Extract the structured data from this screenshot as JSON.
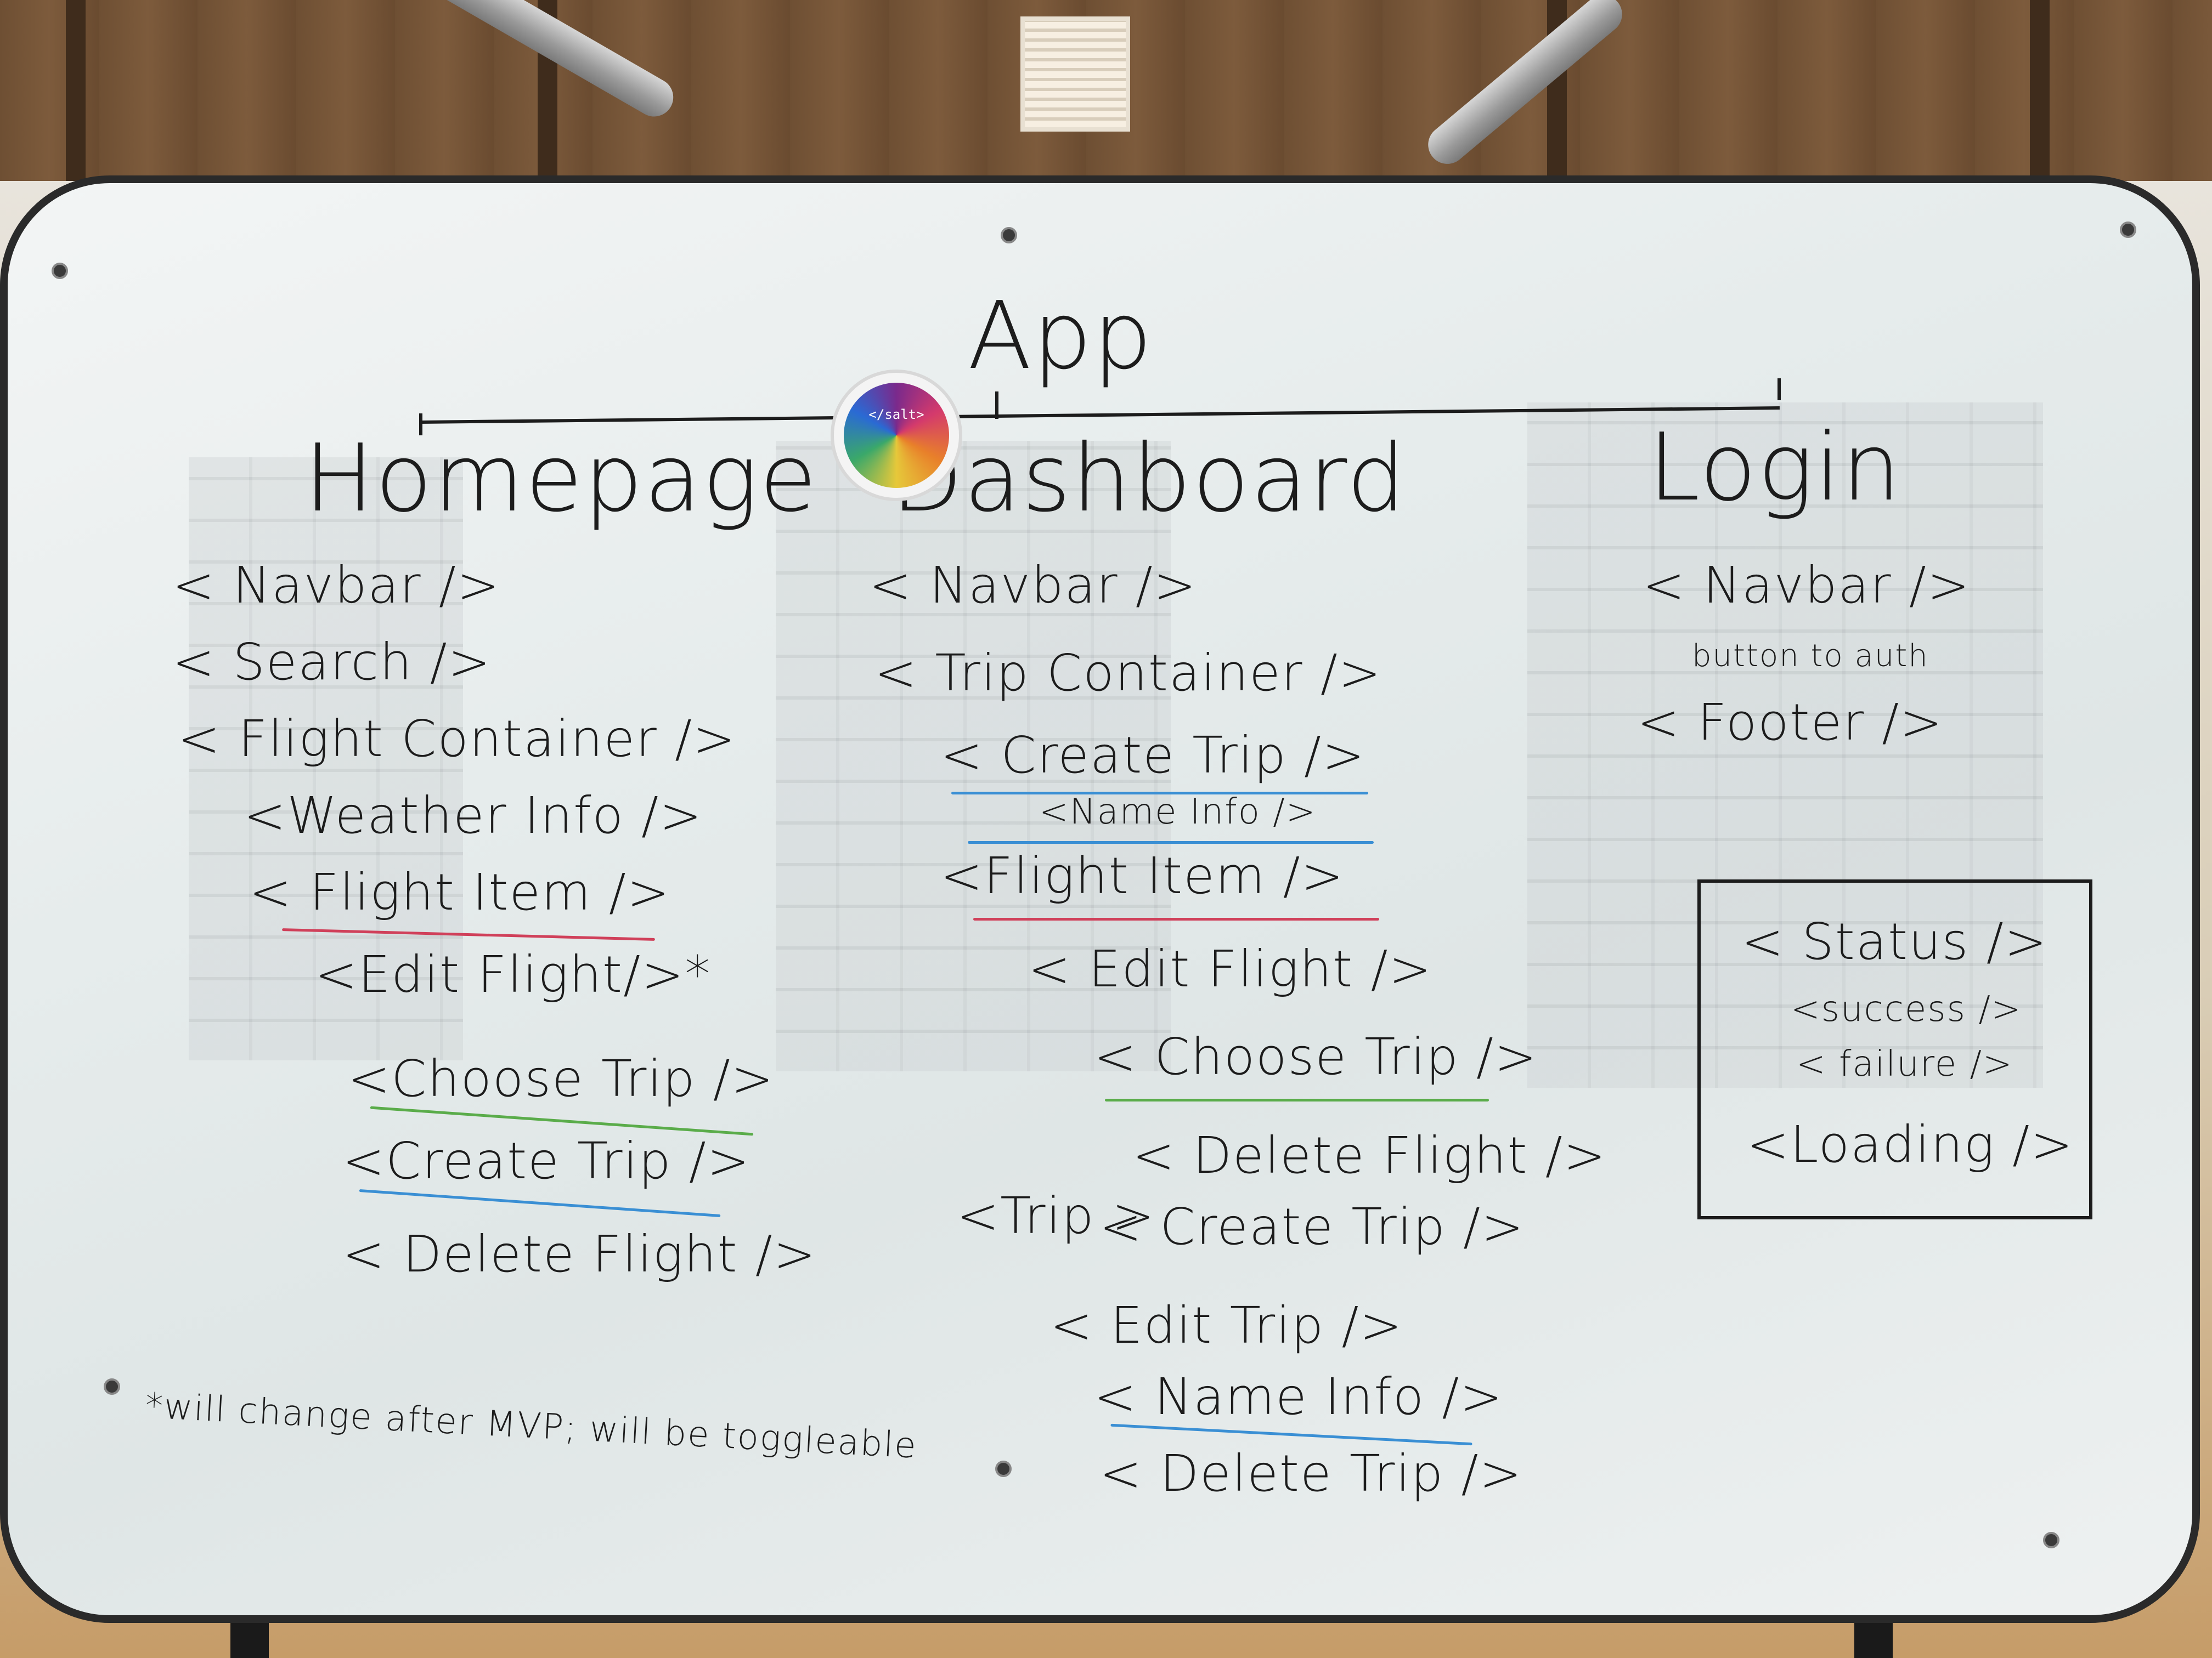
{
  "whiteboard": {
    "logo_text": "</salt>",
    "title": "App",
    "columns": [
      {
        "heading": "Homepage",
        "items": [
          "< Navbar />",
          "< Search />",
          "< Flight Container />",
          "<Weather Info />",
          "< Flight Item />",
          "<Edit Flight/>*",
          "<Choose Trip />",
          "<Create Trip />",
          "< Delete Flight />"
        ]
      },
      {
        "heading": "Dashboard",
        "items": [
          "< Navbar />",
          "< Trip Container />",
          "< Create Trip />",
          "<Name Info />",
          "<Flight Item />",
          "< Edit Flight />",
          "< Choose Trip />",
          "< Delete Flight />",
          "< Create Trip />",
          "<Trip >",
          "< Edit Trip />",
          "< Name Info />",
          "< Delete Trip />"
        ]
      },
      {
        "heading": "Login",
        "items": [
          "< Navbar />",
          "button to auth",
          "< Footer />"
        ]
      }
    ],
    "status_box": [
      "< Status />",
      "<success />",
      "< failure />",
      "<Loading />"
    ],
    "footnote": "*will change after MVP; will be toggleable"
  },
  "colors": {
    "marker": "#1c1c1c",
    "underline_blue": "#3a8fd4",
    "underline_red": "#d0405a",
    "underline_green": "#5aac4a"
  }
}
